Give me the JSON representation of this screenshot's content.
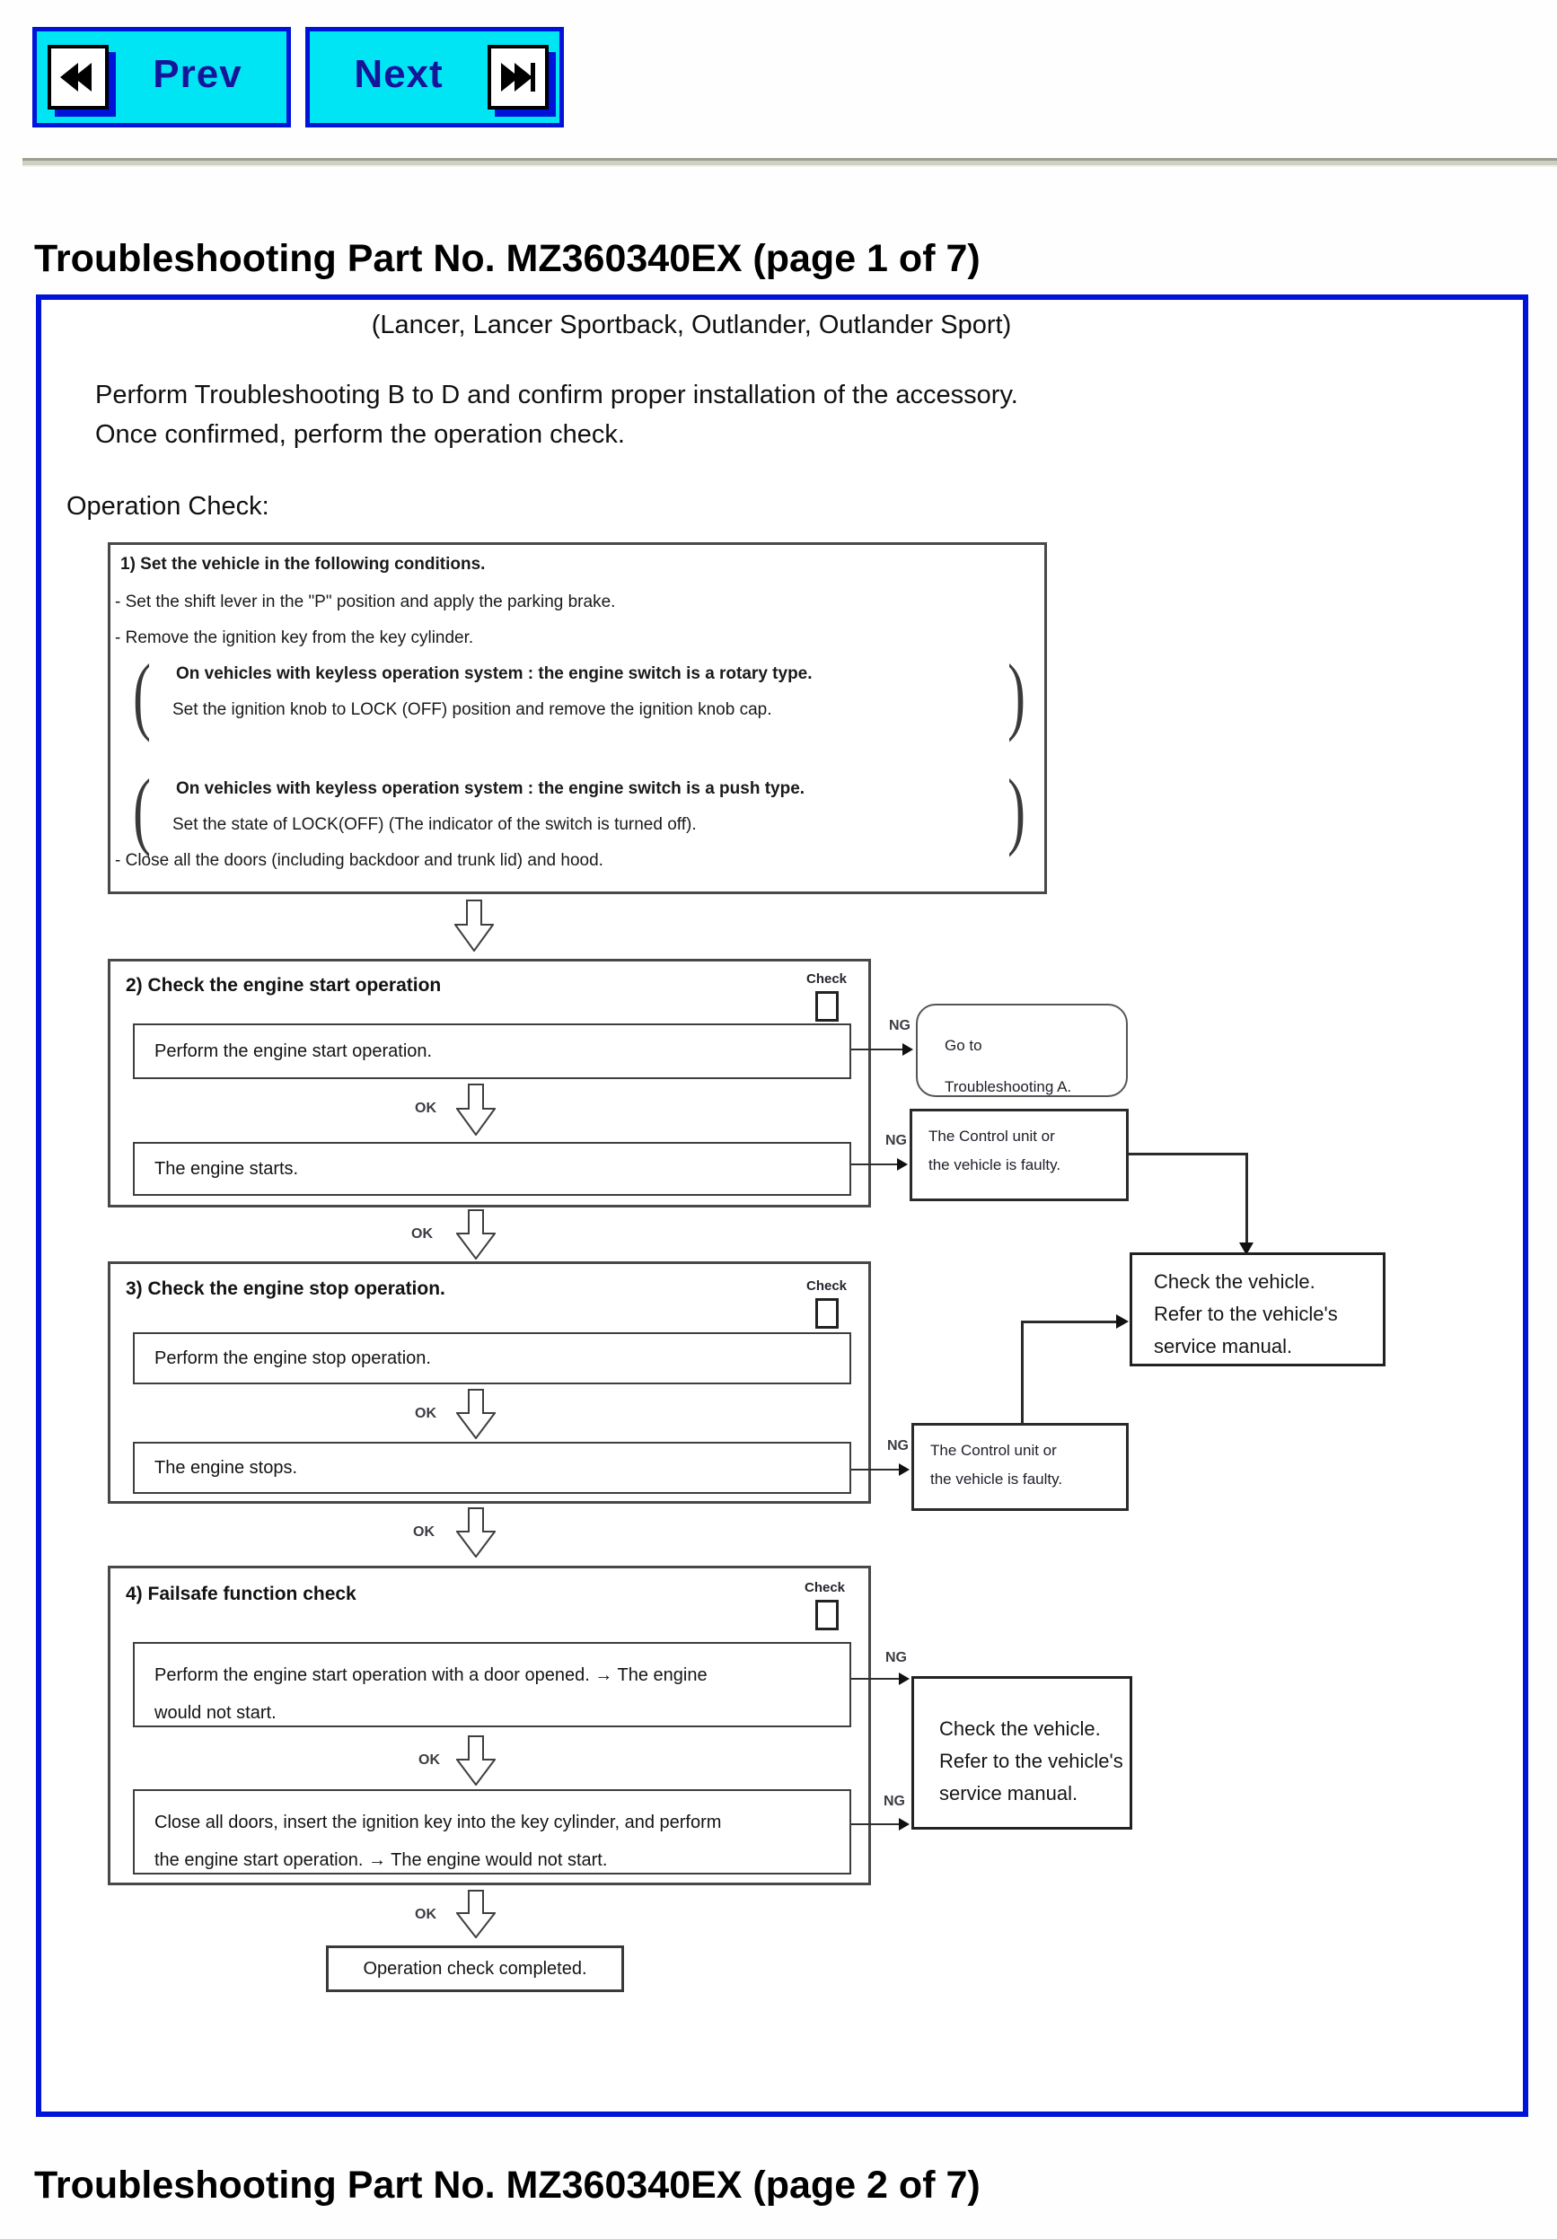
{
  "nav": {
    "prev": "Prev",
    "next": "Next"
  },
  "headings": {
    "page1": "Troubleshooting Part No. MZ360340EX (page 1 of 7)",
    "page2": "Troubleshooting Part No. MZ360340EX (page 2 of 7)"
  },
  "labels": {
    "ok": "OK",
    "ng": "NG",
    "check": "Check"
  },
  "colors": {
    "button_cyan": "#00e5f4",
    "frame_blue": "#0013d9",
    "button_text_navy": "#15159a"
  },
  "intro": {
    "vehicles": "(Lancer, Lancer Sportback, Outlander, Outlander Sport)",
    "line1": "Perform Troubleshooting B to D and confirm proper installation of the accessory.",
    "line2": "Once confirmed, perform the operation check.",
    "section": "Operation Check:"
  },
  "step1": {
    "title": "1) Set the vehicle in the following conditions.",
    "bullet1": "- Set the shift lever in the \"P\" position and apply the parking brake.",
    "bullet2": "- Remove the ignition key from the key cylinder.",
    "note1_line1": "On vehicles with keyless operation system : the engine switch is a rotary type.",
    "note1_line2": "Set the ignition knob to LOCK (OFF) position and remove the ignition knob cap.",
    "note2_line1": "On vehicles with keyless operation system : the engine switch is a push type.",
    "note2_line2": "Set the state of LOCK(OFF) (The indicator of the switch is turned off).",
    "bullet3": "- Close all the doors (including backdoor and trunk lid) and hood."
  },
  "step2": {
    "title": "2) Check the engine start operation",
    "action": "Perform the engine start operation.",
    "result": "The engine starts."
  },
  "step3": {
    "title": "3) Check the engine stop operation.",
    "action": "Perform the engine stop operation.",
    "result": "The engine stops."
  },
  "step4": {
    "title": "4) Failsafe function check",
    "action_line1": "Perform the engine start operation with a door opened. → The engine",
    "action_line2": "would not start.",
    "result_line1": "Close all doors, insert the ignition key into the key cylinder, and perform",
    "result_line2": "the engine start operation. → The engine would not start."
  },
  "outcomes": {
    "goto_line1": "Go to",
    "goto_line2": "Troubleshooting A.",
    "faulty_line1": "The Control unit or",
    "faulty_line2": "the vehicle is faulty.",
    "vehicle_line1": "Check the vehicle.",
    "vehicle_line2": "Refer to the vehicle's",
    "vehicle_line3": "service manual.",
    "completed": "Operation check completed."
  }
}
